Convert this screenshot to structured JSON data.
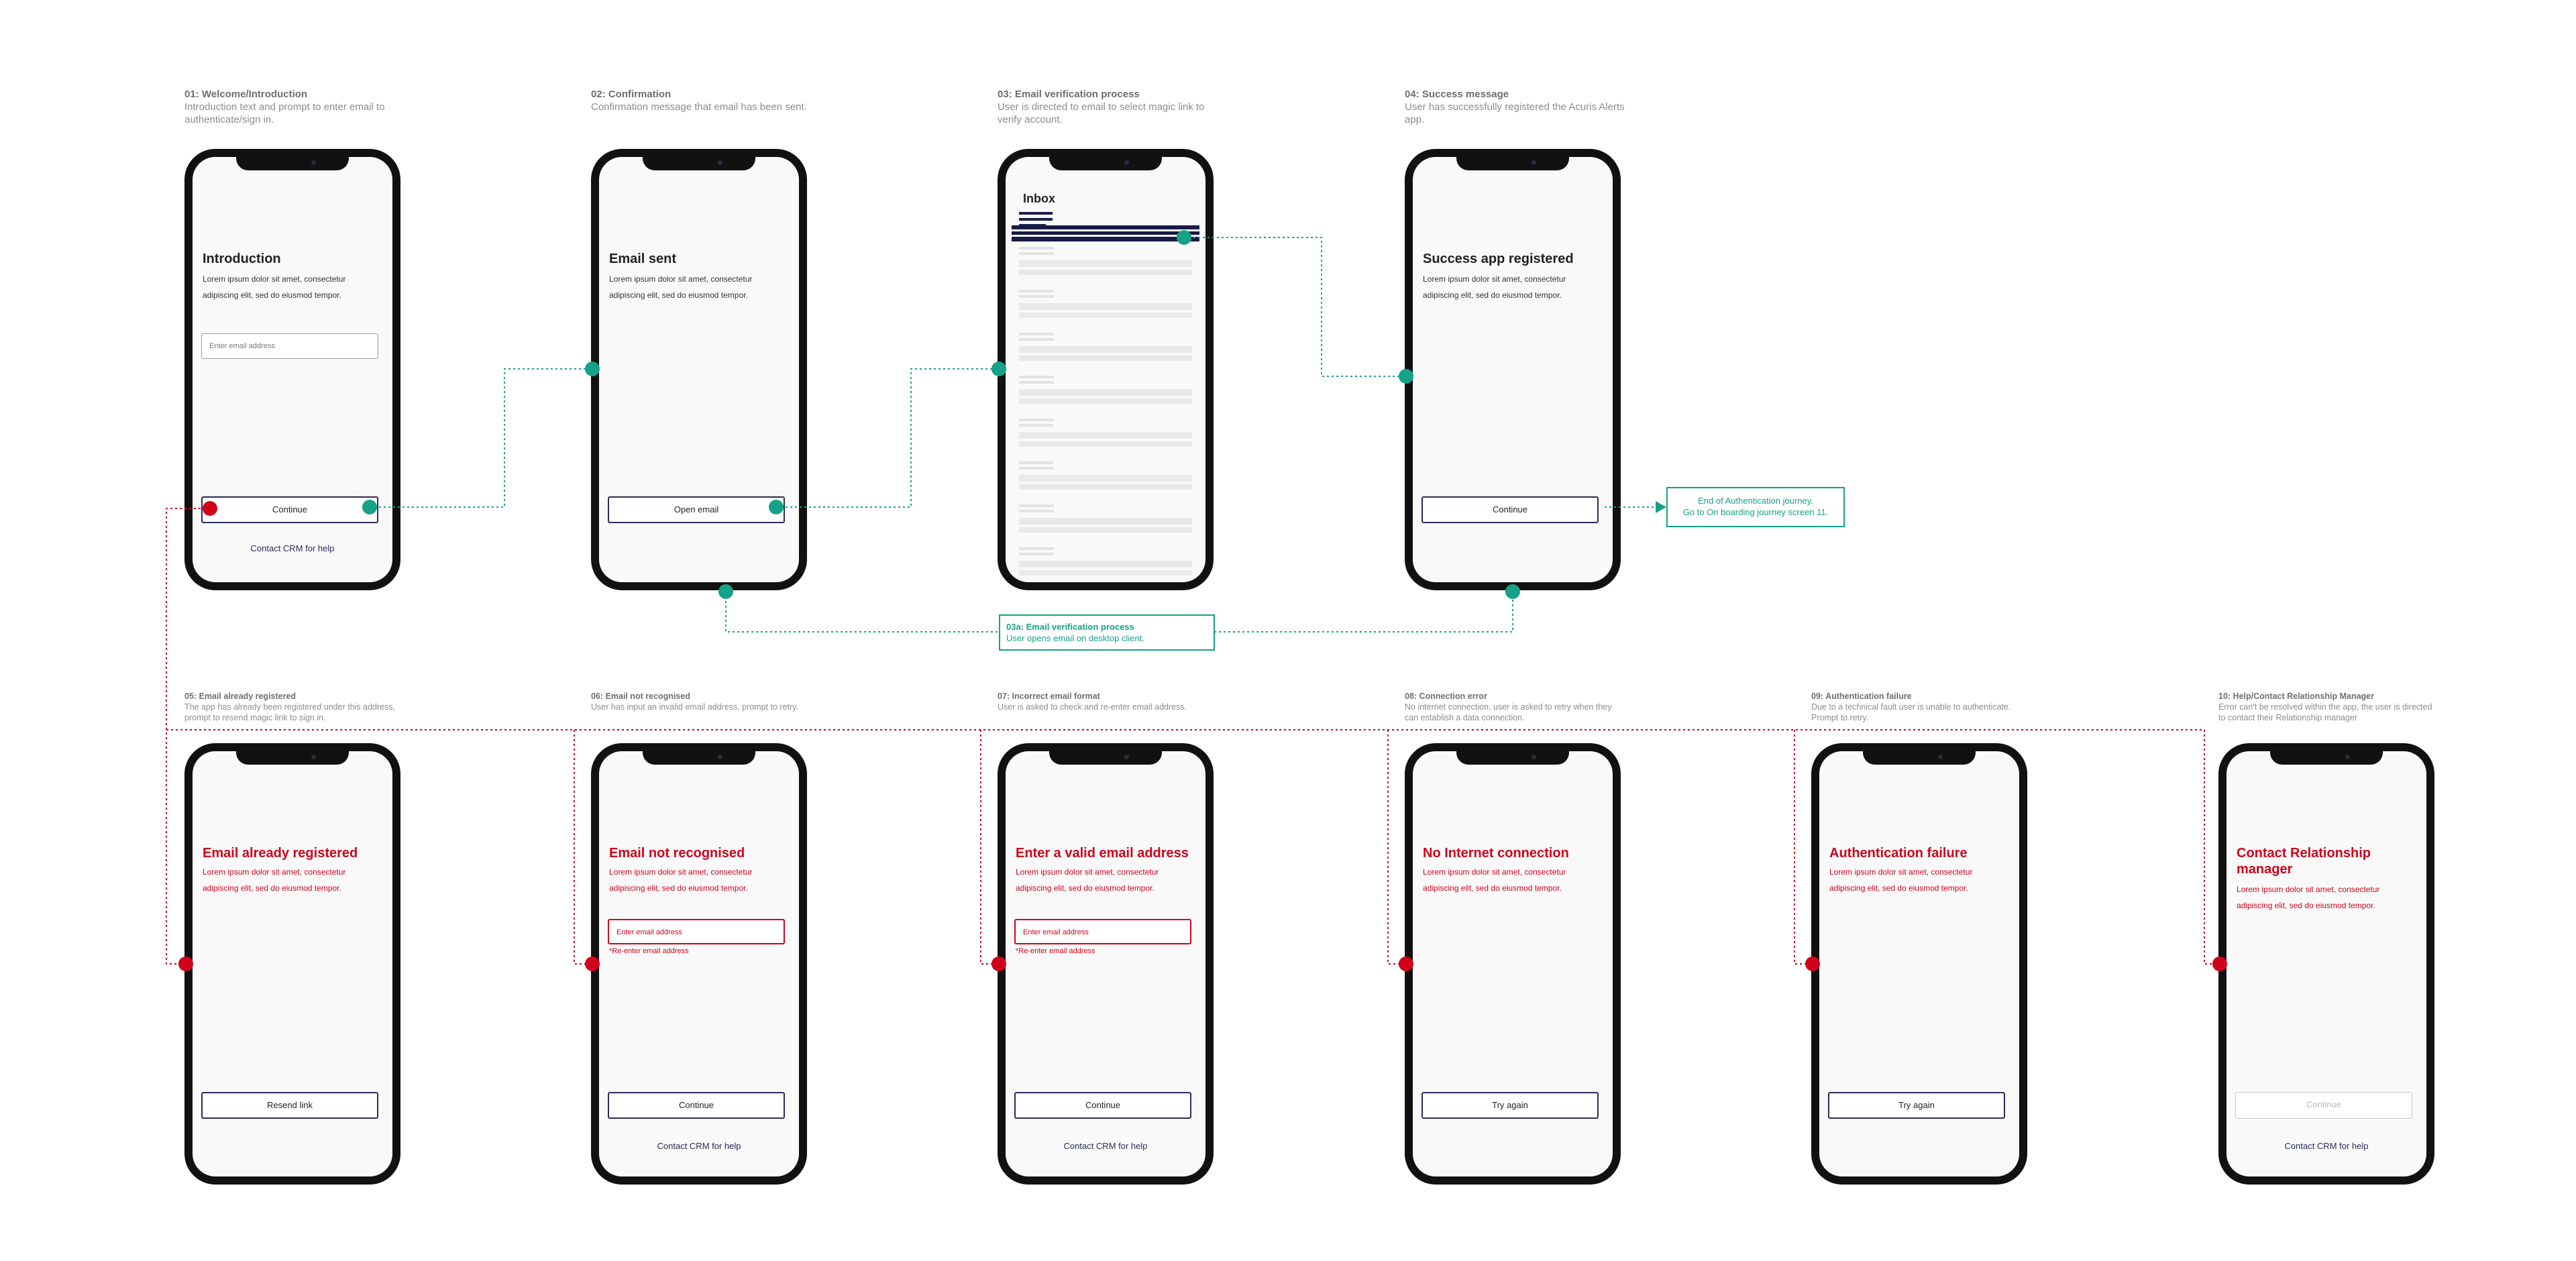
{
  "colors": {
    "flow": "#15a287",
    "error": "#d0021b",
    "button_border": "#2a2d57",
    "phone_frame": "#111111"
  },
  "captions": {
    "c01": {
      "title": "01: Welcome/Introduction",
      "desc": "Introduction text and prompt to enter email to authenticate/sign in."
    },
    "c02": {
      "title": "02: Confirmation",
      "desc": "Confirmation message that email has been sent."
    },
    "c03": {
      "title": "03: Email verification process",
      "desc": "User is directed to email to select magic link to verify account."
    },
    "c04": {
      "title": "04: Success message",
      "desc": "User has successfully registered the Acuris Alerts app."
    },
    "c05": {
      "title": "05: Email already registered",
      "desc": "The app has already been registered under this address, prompt to resend magic link to sign in."
    },
    "c06": {
      "title": "06: Email not recognised",
      "desc": "User has input an invalid email address, prompt to retry."
    },
    "c07": {
      "title": "07: Incorrect email format",
      "desc": "User is asked to check and re-enter email address."
    },
    "c08": {
      "title": "08: Connection error",
      "desc": "No internet connection, user is asked to retry when they can establish a data connection."
    },
    "c09": {
      "title": "09: Authentication failure",
      "desc": "Due to a technical fault user is unable to authenticate. Prompt to retry."
    },
    "c10": {
      "title": "10: Help/Contact Relationship Manager",
      "desc": "Error can't be resolved within the app, the user is directed to contact their Relationship manager"
    }
  },
  "screens": {
    "s01": {
      "title": "Introduction",
      "body": "Lorem ipsum dolor sit amet, consectetur adipiscing elit, sed do eiusmod tempor.",
      "input_placeholder": "Enter email address",
      "button": "Continue",
      "link": "Contact CRM for help"
    },
    "s02": {
      "title": "Email sent",
      "body": "Lorem ipsum dolor sit amet, consectetur adipiscing elit, sed do eiusmod tempor.",
      "button": "Open email"
    },
    "s03": {
      "title": "Inbox"
    },
    "s04": {
      "title": "Success app registered",
      "body": "Lorem ipsum dolor sit amet, consectetur adipiscing elit, sed do eiusmod tempor.",
      "button": "Continue"
    },
    "s05": {
      "title": "Email already registered",
      "body": "Lorem ipsum dolor sit amet, consectetur adipiscing elit, sed do eiusmod tempor.",
      "button": "Resend link"
    },
    "s06": {
      "title": "Email not recognised",
      "body": "Lorem ipsum dolor sit amet, consectetur adipiscing elit, sed do eiusmod tempor.",
      "input_placeholder": "Enter email address",
      "error": "*Re-enter email address",
      "button": "Continue",
      "link": "Contact CRM for help"
    },
    "s07": {
      "title": "Enter a valid email address",
      "body": "Lorem ipsum dolor sit amet, consectetur adipiscing elit, sed do eiusmod tempor.",
      "input_placeholder": "Enter email address",
      "error": "*Re-enter email address",
      "button": "Continue",
      "link": "Contact CRM for help"
    },
    "s08": {
      "title": "No Internet connection",
      "body": "Lorem ipsum dolor sit amet, consectetur adipiscing elit, sed do eiusmod tempor.",
      "button": "Try again"
    },
    "s09": {
      "title": "Authentication failure",
      "body": "Lorem ipsum dolor sit amet, consectetur adipiscing elit, sed do eiusmod tempor.",
      "button": "Try again"
    },
    "s10": {
      "title": "Contact Relationship manager",
      "body": "Lorem ipsum dolor sit amet, consectetur adipiscing elit, sed do eiusmod tempor.",
      "button": "Continue",
      "link": "Contact CRM for help"
    }
  },
  "notes": {
    "end_journey": {
      "line1": "End of Authentication journey.",
      "line2": "Go to On boarding journey screen 11."
    },
    "desktop_client": {
      "title": "03a: Email verification process",
      "desc": "User opens email on desktop client."
    }
  }
}
